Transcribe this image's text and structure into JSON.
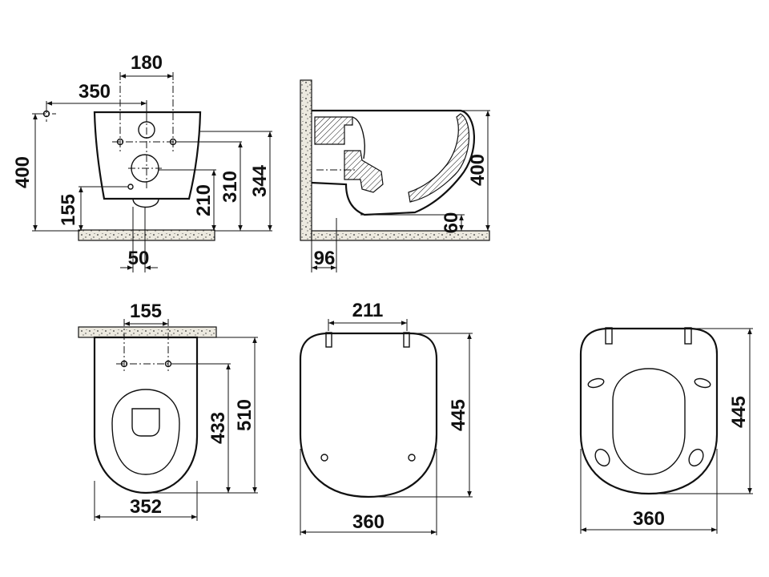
{
  "views": {
    "front": {
      "dim_width_inlets": "180",
      "dim_offset": "350",
      "dim_height_overall": "400",
      "dim_height_bolt": "155",
      "dim_height_outlet": "210",
      "dim_height_inlet": "310",
      "dim_height_top": "344",
      "dim_outlet_width": "50"
    },
    "side": {
      "dim_height": "400",
      "dim_floor_gap": "60",
      "dim_wall_offset": "96"
    },
    "top": {
      "dim_bolt_spacing": "155",
      "dim_length_inner": "433",
      "dim_length_total": "510",
      "dim_width": "352"
    },
    "seat_cover": {
      "dim_hinge_spacing": "211",
      "dim_length": "445",
      "dim_width": "360"
    },
    "seat_ring": {
      "dim_length": "445",
      "dim_width": "360"
    }
  }
}
